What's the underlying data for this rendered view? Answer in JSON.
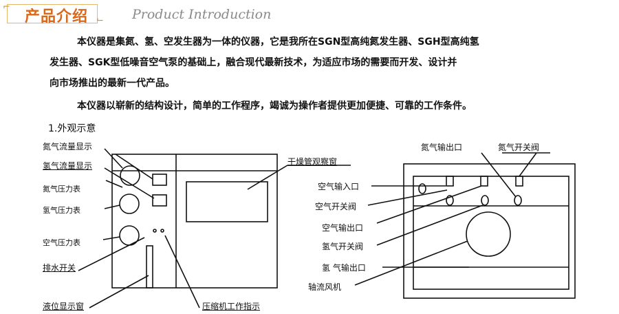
{
  "header": {
    "title_cn": "产品介绍",
    "title_en": "Product Introduction"
  },
  "intro": {
    "p1_line1": "本仪器是集氮、氢、空发生器为一体的仪器，它是我所在SGN型高纯氮发生器、SGH型高纯氢",
    "p1_line2": "发生器、SGK型低噪音空气泵的基础上，融合现代最新技术，为适应市场的需要而开发、设计并",
    "p1_line3": "向市场推出的最新一代产品。",
    "p2": "本仪器以崭新的结构设计，简单的工作程序，竭诚为操作者提供更加便捷、可靠的工作条件。"
  },
  "section_title": "1.外观示意",
  "front_labels": {
    "n2_flow": "氮气流量显示",
    "h2_flow": "氢气流量显示",
    "n2_gauge": "氮气压力表",
    "h2_gauge": "氢气压力表",
    "air_gauge": "空气压力表",
    "drain": "排水开关",
    "level_window": "液位显示窗",
    "compressor": "压缩机工作指示",
    "dryer_window": "干燥管观察窗"
  },
  "rear_labels": {
    "n2_outlet": "氮气输出口",
    "n2_valve": "氮气开关阀",
    "air_inlet": "空气输入口",
    "air_valve": "空气开关阀",
    "air_outlet": "空气输出口",
    "h2_valve": "氢气开关阀",
    "h2_outlet": "氢  气输出口",
    "fan": "轴流风机"
  },
  "colors": {
    "title": "#d9681a",
    "frame": "#e8b86a",
    "english": "#8a8a8a",
    "line": "#111111"
  }
}
